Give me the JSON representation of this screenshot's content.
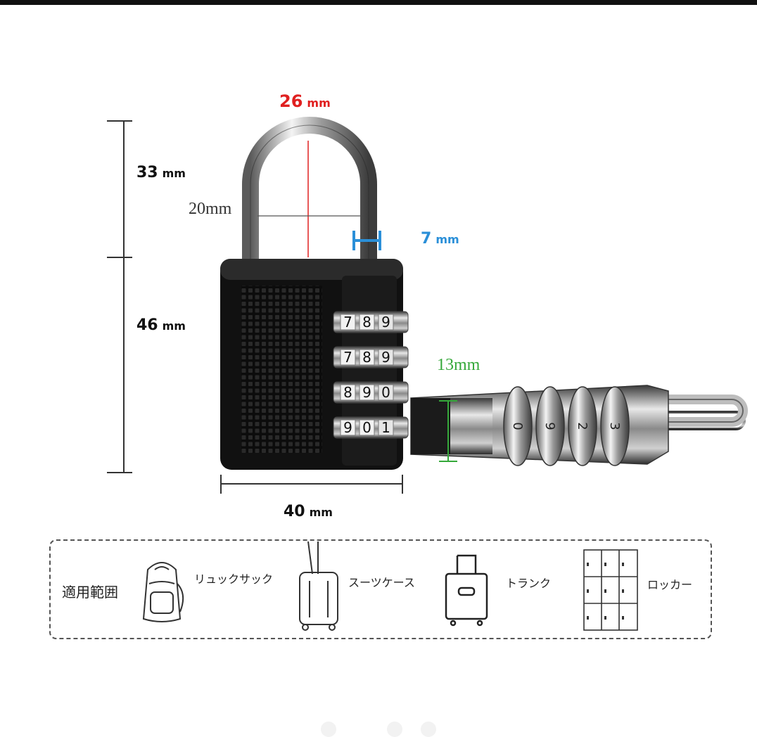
{
  "dimensions": {
    "width_top": {
      "value": "26",
      "unit": "mm",
      "color": "#e02020"
    },
    "shackle_h": {
      "value": "33",
      "unit": "mm"
    },
    "inner_w": {
      "value": "20mm"
    },
    "shackle_dia": {
      "value": "7",
      "unit": "mm",
      "color": "#2a8fd8"
    },
    "body_h": {
      "value": "46",
      "unit": "mm"
    },
    "thickness": {
      "value": "13mm",
      "color": "#35a83a"
    },
    "body_w": {
      "value": "40",
      "unit": "mm"
    }
  },
  "dials": [
    [
      "7",
      "8",
      "9"
    ],
    [
      "7",
      "8",
      "9"
    ],
    [
      "8",
      "9",
      "0"
    ],
    [
      "9",
      "0",
      "1"
    ]
  ],
  "side_dials": [
    "0",
    "9",
    "2",
    "3"
  ],
  "usage": {
    "title": "適用範囲",
    "items": [
      {
        "label": "リュックサック",
        "icon": "backpack-icon"
      },
      {
        "label": "スーツケース",
        "icon": "suitcase-icon"
      },
      {
        "label": "トランク",
        "icon": "trunk-icon"
      },
      {
        "label": "ロッカー",
        "icon": "locker-icon"
      }
    ]
  }
}
